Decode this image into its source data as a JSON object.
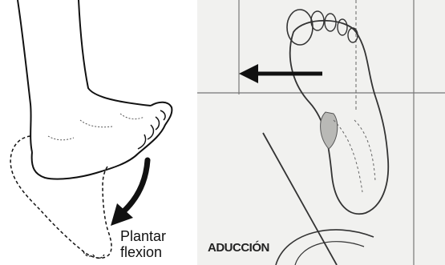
{
  "left_figure": {
    "label_line1": "Plantar",
    "label_line2": "flexion"
  },
  "right_figure": {
    "label": "ADUCCIÓN"
  },
  "colors": {
    "ink": "#111111",
    "paper_left": "#ffffff",
    "paper_right": "#f1f1ef"
  }
}
